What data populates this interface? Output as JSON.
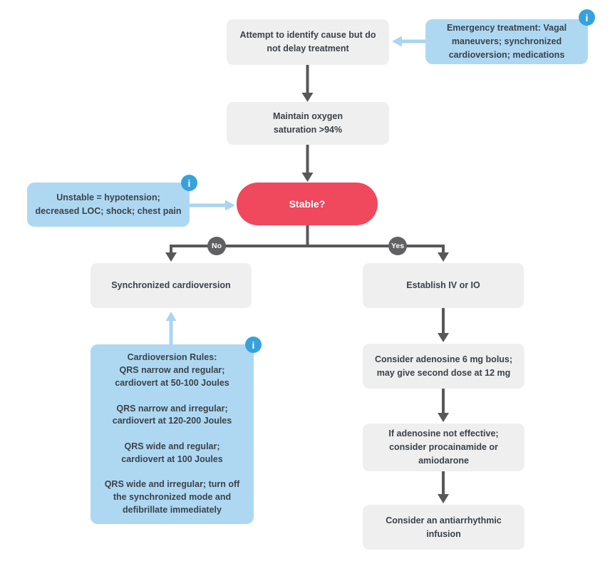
{
  "colors": {
    "background": "#ffffff",
    "box-gray": "#efefef",
    "box-blue": "#aed8f2",
    "decision-red": "#f0485c",
    "info-blue": "#35a2dc",
    "arrow-dark": "#58585a",
    "arrow-light": "#a9d5ef",
    "badge-gray": "#616163",
    "text-dark": "#3b4249",
    "text-light": "#ffffff"
  },
  "flowchart": {
    "info_icon_glyph": "i",
    "branch_labels": {
      "no": "No",
      "yes": "Yes"
    },
    "nodes": {
      "identify_cause": {
        "text": "Attempt to identify cause but do\nnot delay treatment"
      },
      "emergency_treatment": {
        "text": "Emergency treatment: Vagal\nmaneuvers; synchronized\ncardioversion; medications"
      },
      "maintain_oxygen": {
        "text": "Maintain oxygen\nsaturation >94%"
      },
      "unstable_definition": {
        "text": "Unstable = hypotension;\ndecreased LOC; shock; chest pain"
      },
      "stable_decision": {
        "text": "Stable?"
      },
      "synchronized_cardioversion": {
        "text": "Synchronized cardioversion"
      },
      "establish_iv": {
        "text": "Establish IV or IO"
      },
      "cardioversion_rules": {
        "text": "Cardioversion Rules:\nQRS narrow and regular;\ncardiovert at 50-100 Joules\n\nQRS narrow and irregular;\ncardiovert at 120-200 Joules\n\nQRS wide and regular;\ncardiovert at 100 Joules\n\nQRS wide and irregular; turn off\nthe synchronized mode and\ndefibrillate immediately"
      },
      "adenosine": {
        "text": "Consider adenosine 6 mg bolus;\nmay give second dose at 12 mg"
      },
      "procainamide": {
        "text": "If adenosine not effective;\nconsider procainamide or\namiodarone"
      },
      "infusion": {
        "text": "Consider an antiarrhythmic\ninfusion"
      }
    }
  }
}
